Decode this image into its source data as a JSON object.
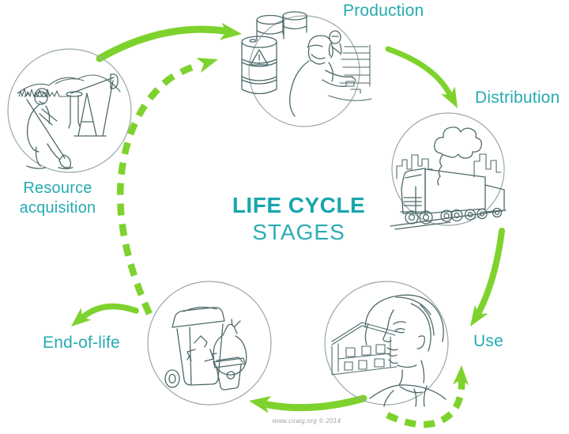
{
  "diagram": {
    "title_line1": "LIFE CYCLE",
    "title_line2": "STAGES",
    "footer_credit": "www.ciraig.org © 2014"
  },
  "stages": [
    {
      "label": "Production",
      "icon": "factory-worker-and-barrels-icon"
    },
    {
      "label": "Distribution",
      "icon": "cargo-truck-and-city-icon"
    },
    {
      "label": "Use",
      "icon": "woman-and-house-icon"
    },
    {
      "label": "End-of-life",
      "icon": "waste-and-recycling-bins-icon"
    },
    {
      "label": "Resource acquisition",
      "label_line1": "Resource",
      "label_line2": "acquisition",
      "icon": "oil-pump-and-digger-icon"
    }
  ],
  "flows": {
    "solid": [
      "Resource acquisition → Production",
      "Production → Distribution",
      "Distribution → Use",
      "Use → End-of-life",
      "End-of-life → exit"
    ],
    "dashed": [
      "End-of-life → Production (recycling loop)",
      "Use → Use (reuse loop)"
    ]
  },
  "colors": {
    "arrow_green": "#7ed22d",
    "label_teal": "#25abb1",
    "title_teal": "#18a6ac",
    "line_art": "#4e6a6a",
    "circle_outline": "#99a7a7"
  }
}
